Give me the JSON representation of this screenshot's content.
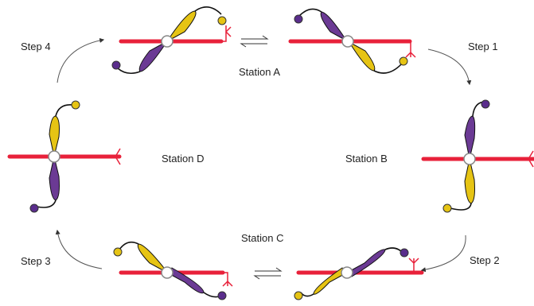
{
  "labels": {
    "station_a": "Station A",
    "station_b": "Station B",
    "station_c": "Station C",
    "station_d": "Station D",
    "step_1": "Step 1",
    "step_2": "Step 2",
    "step_3": "Step 3",
    "step_4": "Step 4"
  },
  "colors": {
    "track": "#e8213a",
    "blade_yellow": "#e6c414",
    "blade_purple": "#6b3a94",
    "tether": "#111111",
    "ring": "#ffffff",
    "stopper_yellow": "#e6c414",
    "stopper_purple": "#5a2d8c",
    "binding_site": "#e8213a"
  }
}
